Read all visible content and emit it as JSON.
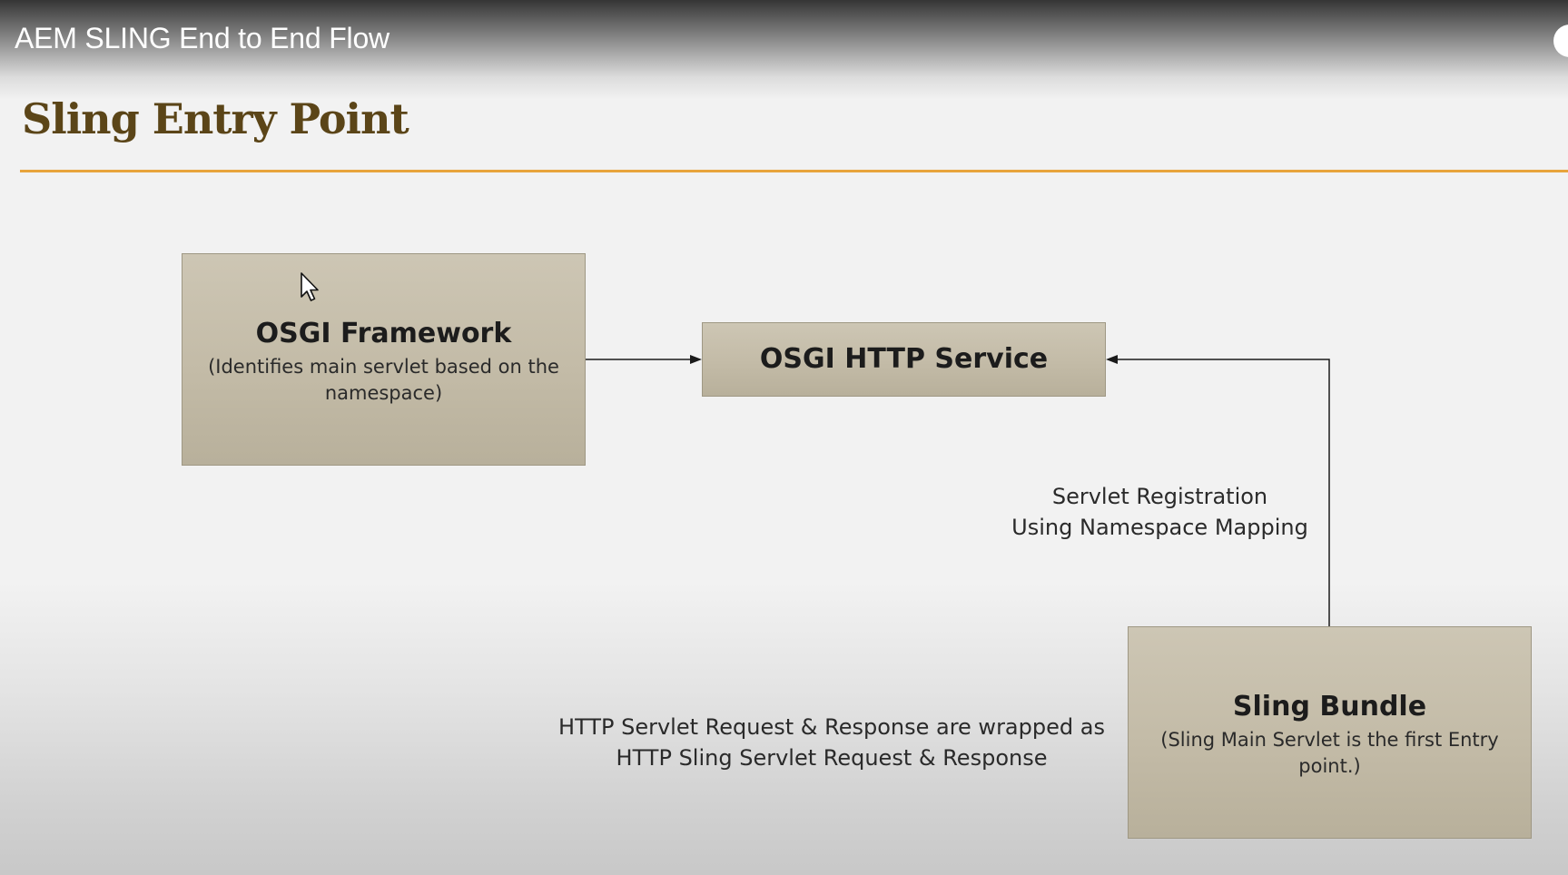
{
  "video": {
    "title": "AEM SLING End to End Flow"
  },
  "slide": {
    "title": "Sling Entry Point",
    "boxes": {
      "osgi_framework": {
        "heading": "OSGI Framework",
        "description": "(Identifies main servlet based on the namespace)"
      },
      "osgi_http_service": {
        "heading": "OSGI HTTP Service"
      },
      "sling_bundle": {
        "heading": "Sling Bundle",
        "description": "(Sling Main Servlet is the first Entry point.)"
      }
    },
    "notes": {
      "registration_line1": "Servlet Registration",
      "registration_line2": "Using Namespace Mapping",
      "wrapped_line1": "HTTP Servlet Request & Response are wrapped as",
      "wrapped_line2": "HTTP Sling Servlet Request & Response"
    }
  },
  "colors": {
    "title_text": "#5b4518",
    "rule": "#e8a43c",
    "box_fill": "#c6bfad",
    "box_border": "#9f9884",
    "connector": "#1a1a1a"
  },
  "icons": {
    "cursor": "mouse-pointer-icon",
    "player_control": "circle-control-icon"
  }
}
